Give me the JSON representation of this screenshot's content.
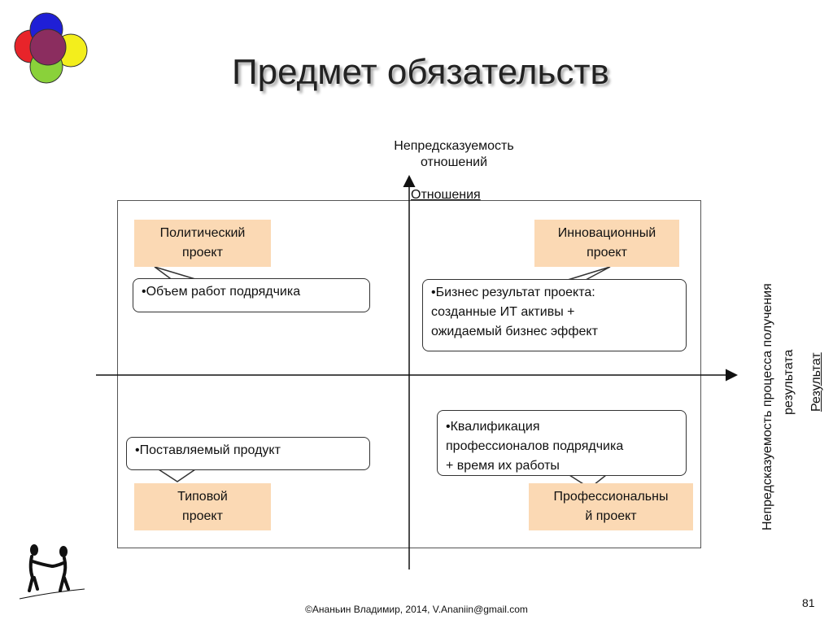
{
  "title": "Предмет обязательств",
  "axis_top_label_line1": "Непредсказуемость",
  "axis_top_label_line2": "отношений",
  "axis_top_short": "Отношения",
  "axis_right_label_line1": "Непредсказуемость  процесса получения",
  "axis_right_label_line2": "результата",
  "axis_right_short": "Результат",
  "quadrants": {
    "top_left": {
      "label_line1": "Политический",
      "label_line2": "проект",
      "bubble_lines": [
        "•Объем работ подрядчика"
      ]
    },
    "top_right": {
      "label_line1": "Инновационный",
      "label_line2": "проект",
      "bubble_lines": [
        "•Бизнес результат проекта:",
        "созданные ИТ активы +",
        "ожидаемый бизнес эффект"
      ]
    },
    "bottom_left": {
      "label_line1": "Типовой",
      "label_line2": "проект",
      "bubble_lines": [
        "•Поставляемый продукт"
      ]
    },
    "bottom_right": {
      "label_line1": "Профессиональны",
      "label_line2": "й проект",
      "bubble_lines": [
        "•Квалификация",
        "профессионалов подрядчика",
        "+ время их работы"
      ]
    }
  },
  "footer": "©Ананьин Владимир, 2014, V.Ananiin@gmail.com",
  "page_number": "81",
  "colors": {
    "quadrant_fill": "#fbd9b4",
    "logo_red": "#e8242a",
    "logo_blue": "#1f1fd6",
    "logo_yellow": "#f3ee1c",
    "logo_green": "#8ad13a",
    "logo_center": "#8b2d5f"
  }
}
